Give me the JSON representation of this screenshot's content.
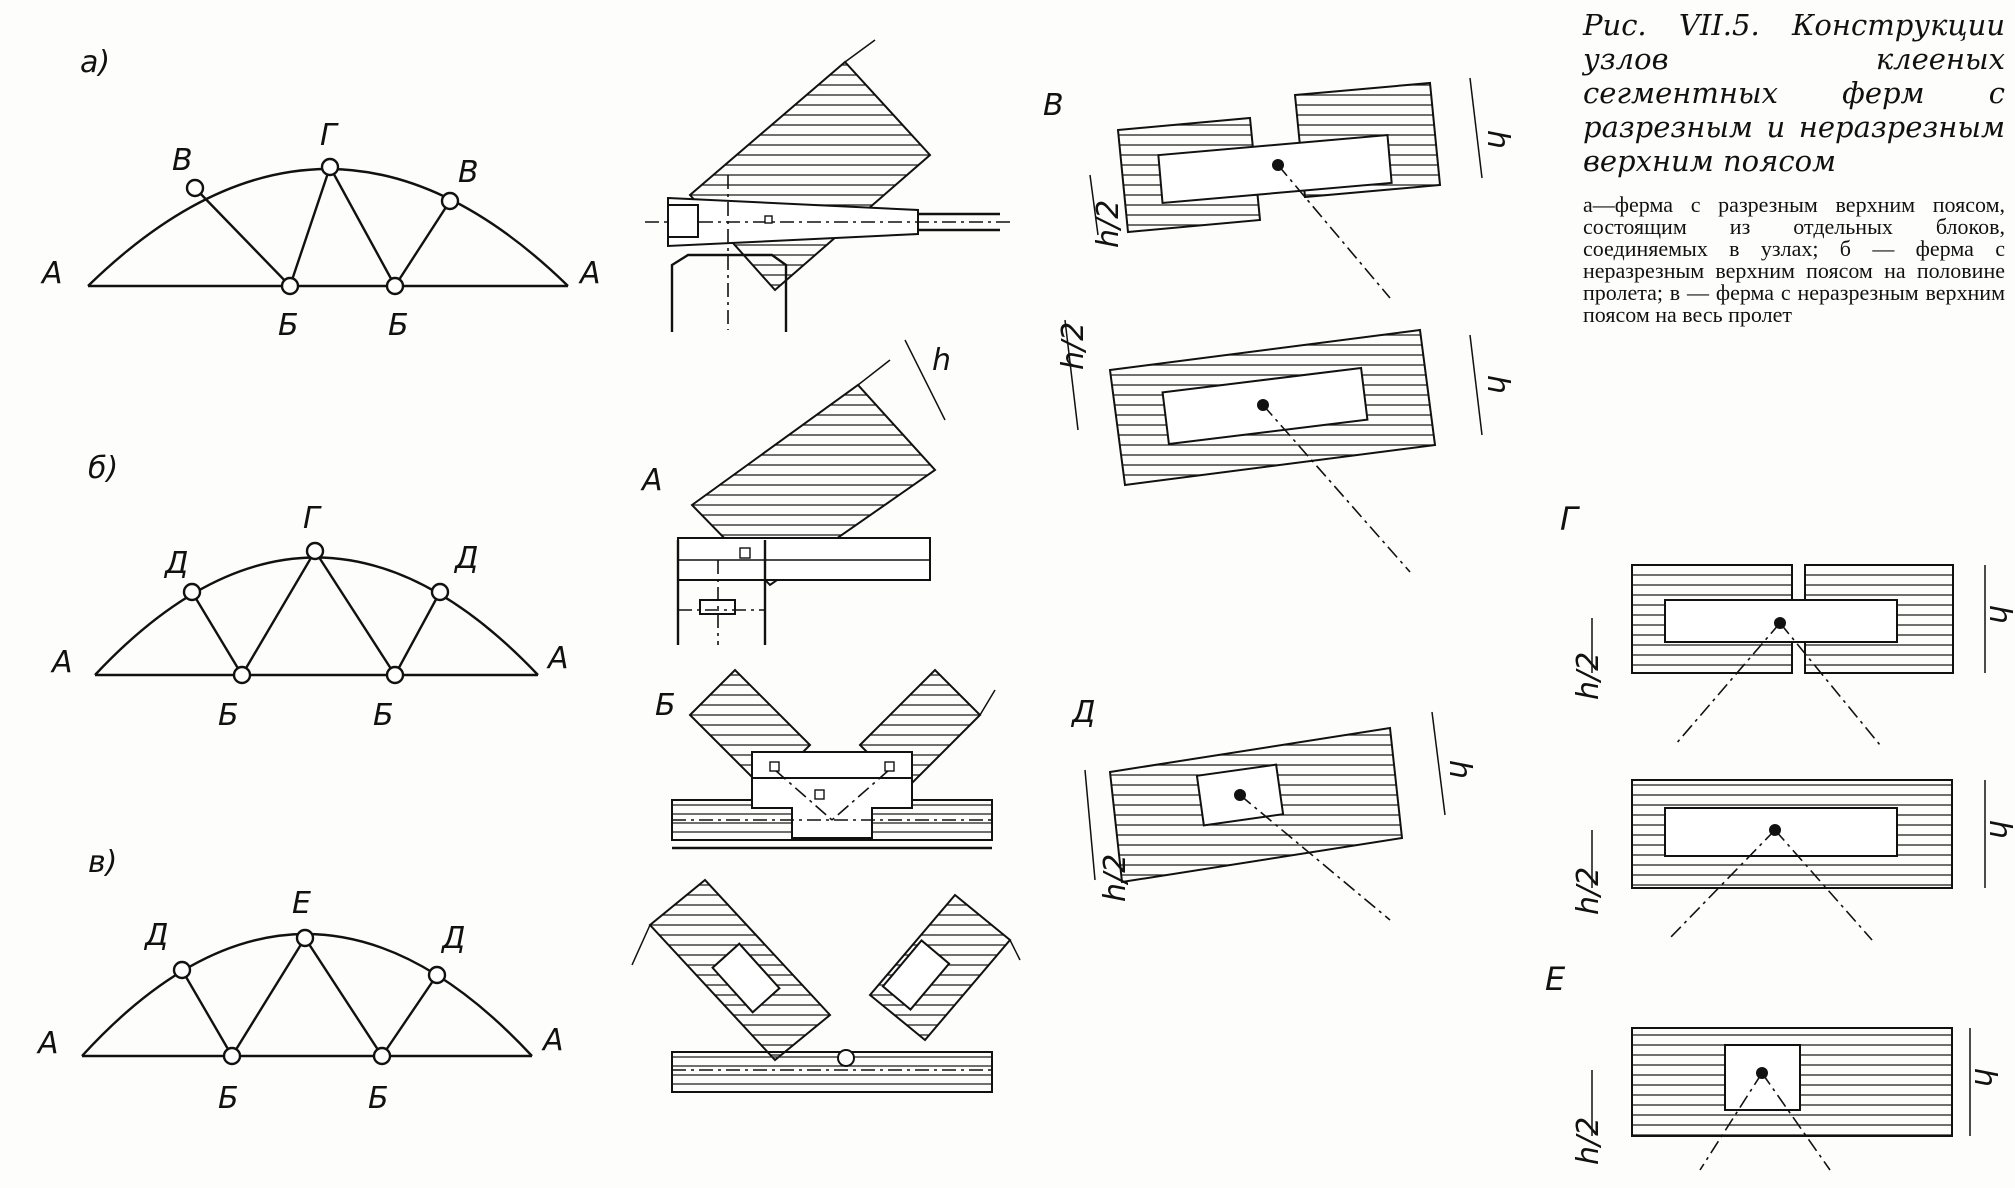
{
  "caption": {
    "title": "Рис. VII.5. Конструкции узлов клееных сегментных ферм с разрезным и неразрезным верхним поясом",
    "text": "а—ферма с разрезным верхним поясом, состоящим из отдельных блоков, соединяемых в узлах; б — ферма с неразрезным верхним поясом на половине пролета; в — ферма с неразрезным верхним поясом на весь пролет"
  },
  "schemes": {
    "a": {
      "label": "а)",
      "nodes": {
        "A_left": "А",
        "A_right": "А",
        "V_left": "В",
        "V_right": "В",
        "G": "Г",
        "B_left": "Б",
        "B_right": "Б"
      }
    },
    "b": {
      "label": "б)",
      "nodes": {
        "A_left": "А",
        "A_right": "А",
        "D_left": "Д",
        "D_right": "Д",
        "G": "Г",
        "B_left": "Б",
        "B_right": "Б"
      }
    },
    "v": {
      "label": "в)",
      "nodes": {
        "A_left": "А",
        "A_right": "А",
        "D_left": "Д",
        "D_right": "Д",
        "E": "Е",
        "B_left": "Б",
        "B_right": "Б"
      }
    }
  },
  "details": {
    "A": "А",
    "B": "Б",
    "V": "В",
    "D": "Д",
    "G": "Г",
    "E": "Е"
  },
  "dimensions": {
    "h": "h",
    "h_half": "h/2"
  }
}
